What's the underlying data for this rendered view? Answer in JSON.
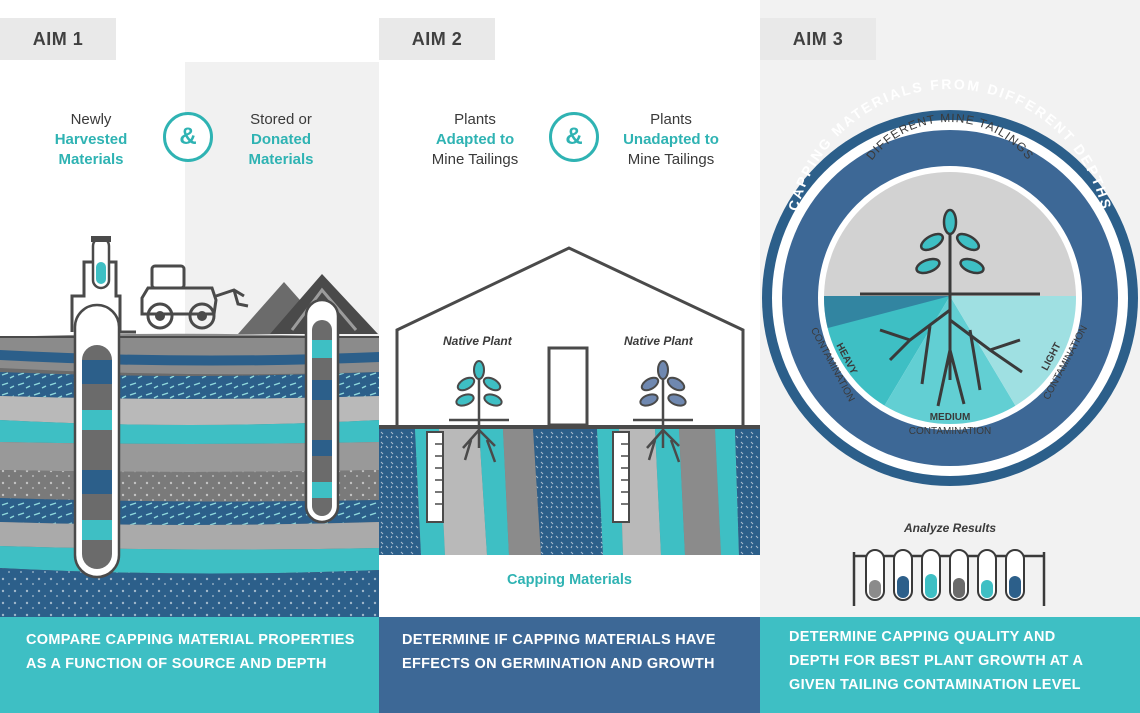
{
  "aim1": {
    "tab": "AIM 1",
    "left_label": [
      "Newly",
      "Harvested",
      "Materials"
    ],
    "right_label": [
      "Stored or",
      "Donated",
      "Materials"
    ],
    "amp": "&",
    "footer": [
      "COMPARE CAPPING MATERIAL PROPERTIES",
      "AS A FUNCTION OF SOURCE AND DEPTH"
    ]
  },
  "aim2": {
    "tab": "AIM 2",
    "left_label": [
      "Plants",
      "Adapted to",
      "Mine Tailings"
    ],
    "right_label": [
      "Plants",
      "Unadapted to",
      "Mine Tailings"
    ],
    "amp": "&",
    "native_plant_left": "Native Plant",
    "native_plant_right": "Native Plant",
    "capping_materials": "Capping Materials",
    "footer": [
      "DETERMINE IF CAPPING MATERIALS HAVE",
      "EFFECTS ON GERMINATION AND GROWTH"
    ]
  },
  "aim3": {
    "tab": "AIM 3",
    "outer_ring": "CAPPING MATERIALS FROM DIFFERENT DEPTHS",
    "inner_title": "DIFFERENT MINE TAILINGS",
    "heavy": [
      "HEAVY",
      "CONTAMINATION"
    ],
    "medium": [
      "MEDIUM",
      "CONTAMINATION"
    ],
    "light": [
      "LIGHT",
      "CONTAMINATION"
    ],
    "analyze": "Analyze Results",
    "footer": [
      "DETERMINE CAPPING QUALITY AND",
      "DEPTH FOR BEST PLANT GROWTH AT A",
      "GIVEN TAILING CONTAMINATION LEVEL"
    ]
  },
  "colors": {
    "teal": "#2fb3b3",
    "navy": "#2c5f8a",
    "footer1": "#3ebfc4",
    "footer2": "#3d6896",
    "footer3": "#3ebfc4"
  }
}
